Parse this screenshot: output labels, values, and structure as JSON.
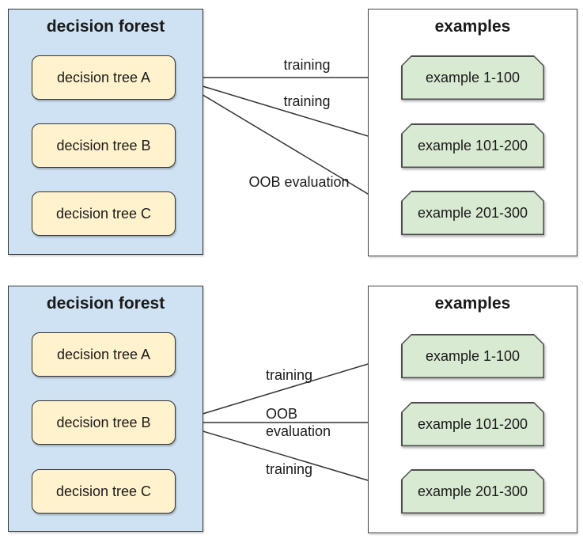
{
  "colors": {
    "page_bg": "#ffffff",
    "forest_fill": "#cfe2f3",
    "forest_border": "#333333",
    "tree_fill": "#fff2cc",
    "tree_border": "#333333",
    "examples_fill": "#ffffff",
    "examples_border": "#444444",
    "card_fill": "#d9ead3",
    "card_border": "#4d4d4d",
    "arrow_color": "#333333",
    "text_color": "#1a1a1a"
  },
  "panels": [
    {
      "forest": {
        "title": "decision forest",
        "trees": [
          "decision tree A",
          "decision tree B",
          "decision tree C"
        ]
      },
      "examples": {
        "title": "examples",
        "items": [
          "example 1-100",
          "example 101-200",
          "example 201-300"
        ]
      },
      "arrows": [
        {
          "label": "training",
          "from": "decision tree A",
          "to": "example 1-100"
        },
        {
          "label": "training",
          "from": "decision tree A",
          "to": "example 101-200"
        },
        {
          "label": "OOB evaluation",
          "from": "decision tree A",
          "to": "example 201-300"
        }
      ]
    },
    {
      "forest": {
        "title": "decision forest",
        "trees": [
          "decision tree A",
          "decision tree B",
          "decision tree C"
        ]
      },
      "examples": {
        "title": "examples",
        "items": [
          "example 1-100",
          "example 101-200",
          "example 201-300"
        ]
      },
      "arrows": [
        {
          "label": "training",
          "from": "decision tree B",
          "to": "example 1-100"
        },
        {
          "label": "OOB evaluation",
          "from": "decision tree B",
          "to": "example 101-200"
        },
        {
          "label": "training",
          "from": "decision tree B",
          "to": "example 201-300"
        }
      ]
    }
  ]
}
